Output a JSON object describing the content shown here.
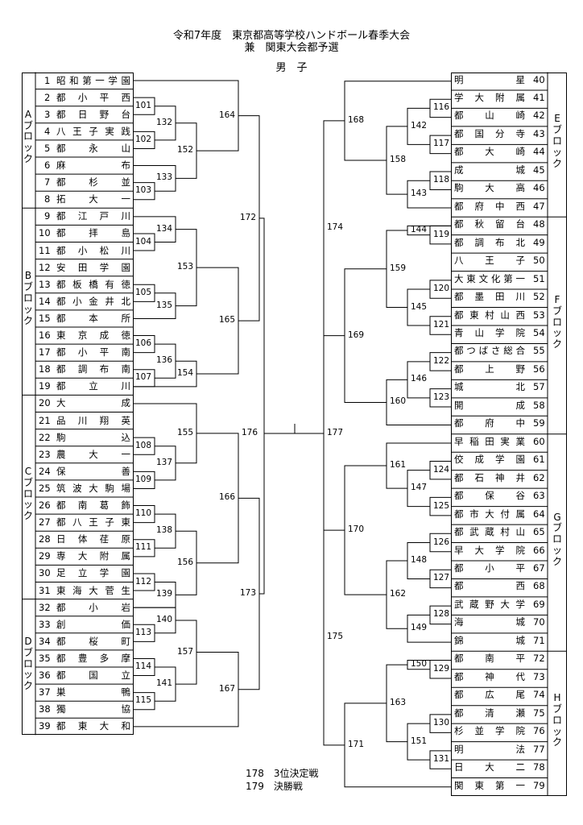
{
  "header": {
    "line1": "令和7年度　東京都高等学校ハンドボール春季大会",
    "line2": "兼　関東大会都予選",
    "line3": "男　子"
  },
  "blocks": [
    "Aブロック",
    "Bブロック",
    "Cブロック",
    "Dブロック",
    "Eブロック",
    "Fブロック",
    "Gブロック",
    "Hブロック"
  ],
  "left_teams": [
    {
      "n": "1",
      "name": "昭和第一学園"
    },
    {
      "n": "2",
      "name": "都小平西"
    },
    {
      "n": "3",
      "name": "都日野台"
    },
    {
      "n": "4",
      "name": "八王子実践"
    },
    {
      "n": "5",
      "name": "都永山"
    },
    {
      "n": "6",
      "name": "麻布"
    },
    {
      "n": "7",
      "name": "都杉並"
    },
    {
      "n": "8",
      "name": "拓大一"
    },
    {
      "n": "9",
      "name": "都江戸川"
    },
    {
      "n": "10",
      "name": "都拝島"
    },
    {
      "n": "11",
      "name": "都小松川"
    },
    {
      "n": "12",
      "name": "安田学園"
    },
    {
      "n": "13",
      "name": "都板橋有徳"
    },
    {
      "n": "14",
      "name": "都小金井北"
    },
    {
      "n": "15",
      "name": "都本所"
    },
    {
      "n": "16",
      "name": "東京成徳"
    },
    {
      "n": "17",
      "name": "都小平南"
    },
    {
      "n": "18",
      "name": "都調布南"
    },
    {
      "n": "19",
      "name": "都立川"
    },
    {
      "n": "20",
      "name": "大成"
    },
    {
      "n": "21",
      "name": "品川翔英"
    },
    {
      "n": "22",
      "name": "駒込"
    },
    {
      "n": "23",
      "name": "農大一"
    },
    {
      "n": "24",
      "name": "保善"
    },
    {
      "n": "25",
      "name": "筑波大駒場"
    },
    {
      "n": "26",
      "name": "都南葛飾"
    },
    {
      "n": "27",
      "name": "都八王子東"
    },
    {
      "n": "28",
      "name": "日体荏原"
    },
    {
      "n": "29",
      "name": "専大附属"
    },
    {
      "n": "30",
      "name": "足立学園"
    },
    {
      "n": "31",
      "name": "東海大菅生"
    },
    {
      "n": "32",
      "name": "都小岩"
    },
    {
      "n": "33",
      "name": "創価"
    },
    {
      "n": "34",
      "name": "都桜町"
    },
    {
      "n": "35",
      "name": "都豊多摩"
    },
    {
      "n": "36",
      "name": "都国立"
    },
    {
      "n": "37",
      "name": "巣鴨"
    },
    {
      "n": "38",
      "name": "獨協"
    },
    {
      "n": "39",
      "name": "都東大和"
    }
  ],
  "right_teams": [
    {
      "n": "40",
      "name": "明星"
    },
    {
      "n": "41",
      "name": "学大附属"
    },
    {
      "n": "42",
      "name": "都山崎"
    },
    {
      "n": "43",
      "name": "都国分寺"
    },
    {
      "n": "44",
      "name": "都大崎"
    },
    {
      "n": "45",
      "name": "成城"
    },
    {
      "n": "46",
      "name": "駒大高"
    },
    {
      "n": "47",
      "name": "都府中西"
    },
    {
      "n": "48",
      "name": "都秋留台"
    },
    {
      "n": "49",
      "name": "都調布北"
    },
    {
      "n": "50",
      "name": "八王子"
    },
    {
      "n": "51",
      "name": "大東文化第一"
    },
    {
      "n": "52",
      "name": "都墨田川"
    },
    {
      "n": "53",
      "name": "都東村山西"
    },
    {
      "n": "54",
      "name": "青山学院"
    },
    {
      "n": "55",
      "name": "都つばさ総合"
    },
    {
      "n": "56",
      "name": "都上野"
    },
    {
      "n": "57",
      "name": "城北"
    },
    {
      "n": "58",
      "name": "開成"
    },
    {
      "n": "59",
      "name": "都府中"
    },
    {
      "n": "60",
      "name": "早稲田実業"
    },
    {
      "n": "61",
      "name": "佼成学園"
    },
    {
      "n": "62",
      "name": "都石神井"
    },
    {
      "n": "63",
      "name": "都保谷"
    },
    {
      "n": "64",
      "name": "都市大付属"
    },
    {
      "n": "65",
      "name": "都武蔵村山"
    },
    {
      "n": "66",
      "name": "早大学院"
    },
    {
      "n": "67",
      "name": "都小平"
    },
    {
      "n": "68",
      "name": "都西"
    },
    {
      "n": "69",
      "name": "武蔵野大学"
    },
    {
      "n": "70",
      "name": "海城"
    },
    {
      "n": "71",
      "name": "錦城"
    },
    {
      "n": "72",
      "name": "都南平"
    },
    {
      "n": "73",
      "name": "都神代"
    },
    {
      "n": "74",
      "name": "都広尾"
    },
    {
      "n": "75",
      "name": "都清瀬"
    },
    {
      "n": "76",
      "name": "杉並学院"
    },
    {
      "n": "77",
      "name": "明法"
    },
    {
      "n": "78",
      "name": "日大二"
    },
    {
      "n": "79",
      "name": "関東第一"
    }
  ],
  "matches_left": {
    "r1": [
      "101",
      "102",
      "103",
      "104",
      "105",
      "106",
      "107",
      "108",
      "109",
      "110",
      "111",
      "112",
      "113",
      "114",
      "115"
    ],
    "r2": [
      "132",
      "133",
      "134",
      "135",
      "136",
      "137",
      "138",
      "139",
      "140",
      "141"
    ],
    "r3": [
      "152",
      "153",
      "154",
      "155",
      "156",
      "157"
    ],
    "r4": [
      "164",
      "165",
      "166",
      "167"
    ],
    "r5": [
      "172",
      "173"
    ],
    "r6": "176"
  },
  "matches_right": {
    "r1": [
      "116",
      "117",
      "118",
      "119",
      "120",
      "121",
      "122",
      "123",
      "124",
      "125",
      "126",
      "127",
      "128",
      "129",
      "130",
      "131"
    ],
    "r2": [
      "142",
      "143",
      "144",
      "145",
      "146",
      "147",
      "148",
      "149",
      "150",
      "151"
    ],
    "r3": [
      "158",
      "159",
      "160",
      "161",
      "162",
      "163"
    ],
    "r4": [
      "168",
      "169",
      "170",
      "171"
    ],
    "r5": [
      "174",
      "175"
    ],
    "r6": "177"
  },
  "footer": {
    "line1": "178　3位決定戦",
    "line2": "179　決勝戦"
  }
}
